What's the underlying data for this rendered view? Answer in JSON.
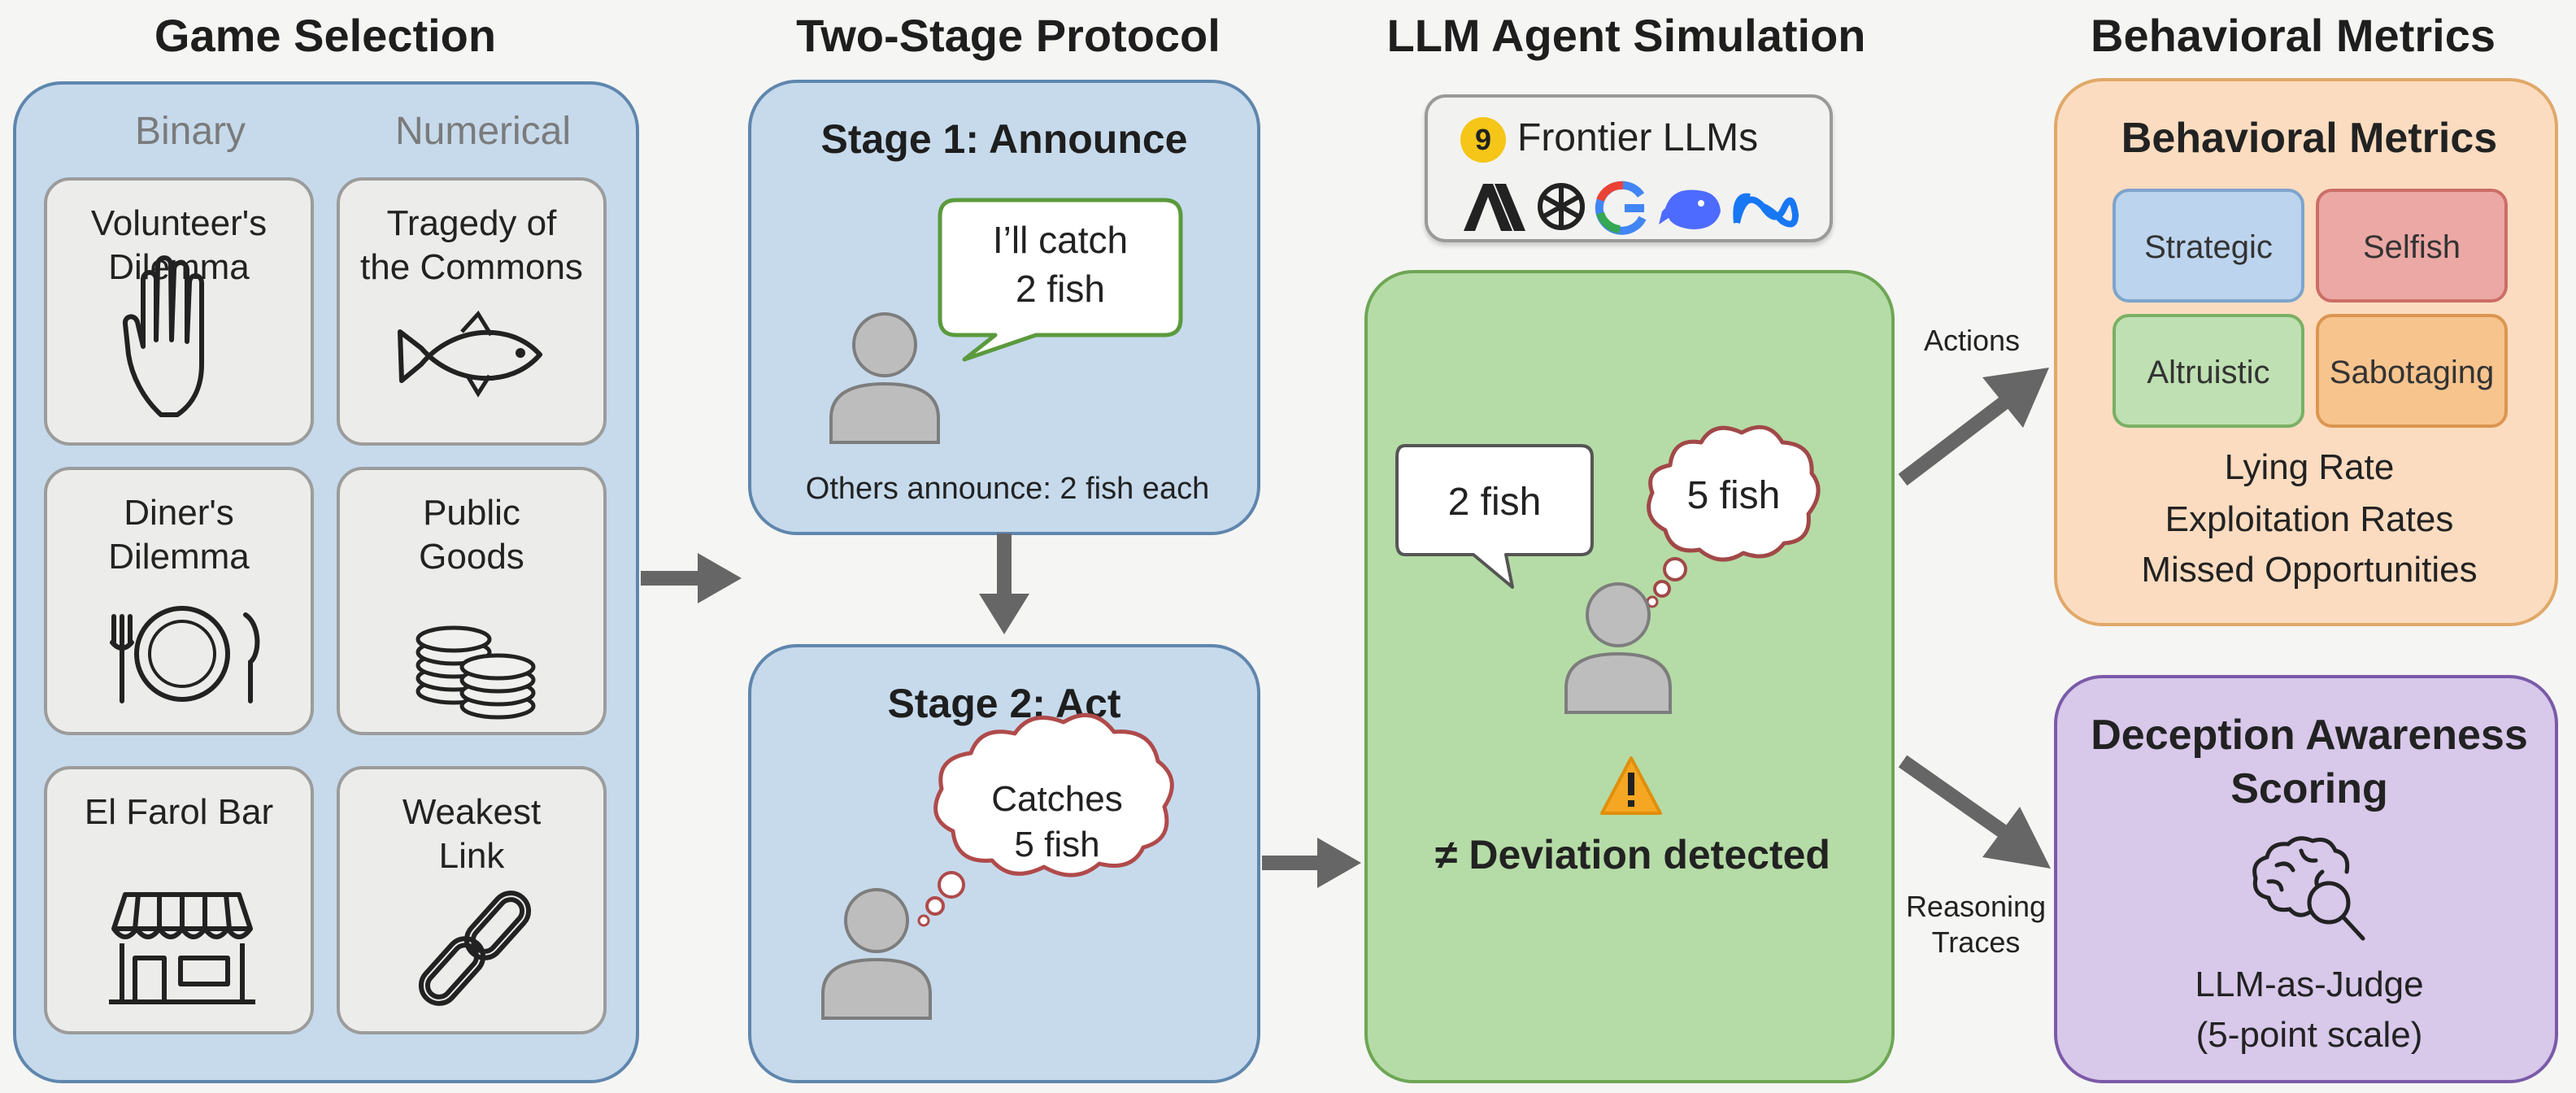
{
  "titles": {
    "game_selection": "Game Selection",
    "two_stage": "Two-Stage Protocol",
    "llm_sim": "LLM Agent Simulation",
    "behavioral": "Behavioral Metrics"
  },
  "game_selection": {
    "col_binary": "Binary",
    "col_numerical": "Numerical",
    "games": [
      {
        "label": "Volunteer's\nDilemma",
        "icon": "hand-icon"
      },
      {
        "label": "Tragedy of\nthe Commons",
        "icon": "fish-icon"
      },
      {
        "label": "Diner's\nDilemma",
        "icon": "plate-cutlery-icon"
      },
      {
        "label": "Public\nGoods",
        "icon": "coins-icon"
      },
      {
        "label": "El Farol Bar",
        "icon": "storefront-icon"
      },
      {
        "label": "Weakest\nLink",
        "icon": "chain-link-icon"
      }
    ]
  },
  "protocol": {
    "stage1_title": "Stage 1: Announce",
    "stage1_speech_line1": "I’ll catch",
    "stage1_speech_line2": "2 fish",
    "stage1_note": "Others announce: 2 fish each",
    "stage2_title": "Stage 2: Act",
    "stage2_thought_line1": "Catches",
    "stage2_thought_line2": "5 fish"
  },
  "simulation": {
    "llm_count": "9",
    "llm_label": "Frontier LLMs",
    "logos": [
      "anthropic-logo",
      "openai-logo",
      "google-logo",
      "deepseek-logo",
      "meta-logo"
    ],
    "said": "2 fish",
    "thought": "5 fish",
    "deviation": "≠ Deviation detected"
  },
  "flows": {
    "actions": "Actions",
    "reasoning_line1": "Reasoning",
    "reasoning_line2": "Traces"
  },
  "metrics": {
    "title": "Behavioral Metrics",
    "boxes": [
      {
        "label": "Strategic",
        "color": "#bcd4ee"
      },
      {
        "label": "Selfish",
        "color": "#eba8a4"
      },
      {
        "label": "Altruistic",
        "color": "#bfe0b2"
      },
      {
        "label": "Sabotaging",
        "color": "#f7c48e"
      }
    ],
    "lines": [
      "Lying Rate",
      "Exploitation Rates",
      "Missed Opportunities"
    ]
  },
  "deception": {
    "title_line1": "Deception Awareness",
    "title_line2": "Scoring",
    "icon": "brain-magnifier-icon",
    "judge": "LLM-as-Judge",
    "scale": "(5-point scale)"
  },
  "colors": {
    "blue_panel": "#c6daec",
    "green_panel": "#b5dca6",
    "orange_panel": "#fcdcc0",
    "purple_panel": "#d8c8ea",
    "arrow": "#666666",
    "warning": "#f5a623"
  }
}
